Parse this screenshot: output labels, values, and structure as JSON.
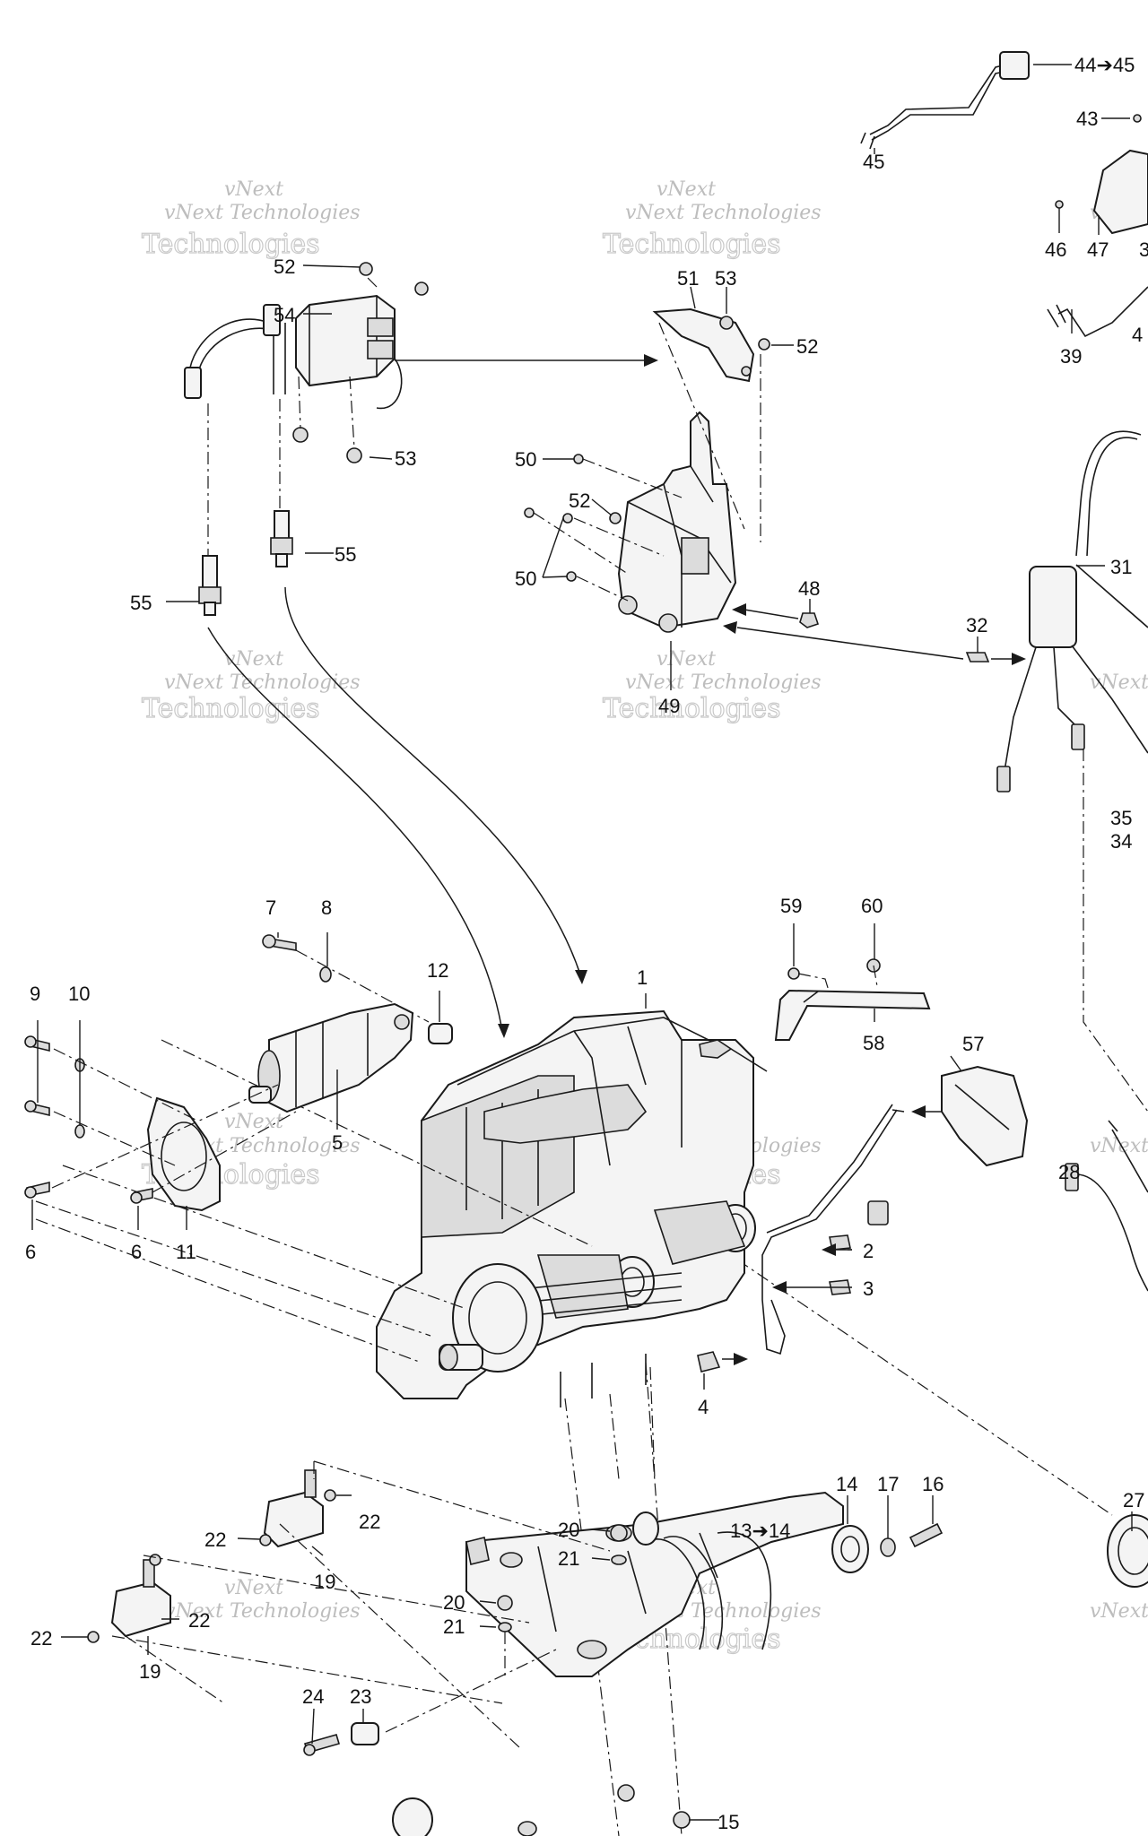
{
  "watermark": {
    "line1": "vNext Technologies",
    "line2": "Technologies",
    "line3": "vNext"
  },
  "callouts": {
    "c1": "1",
    "c2": "2",
    "c3": "3",
    "c4": "4",
    "c5": "5",
    "c6a": "6",
    "c6b": "6",
    "c7": "7",
    "c8": "8",
    "c9": "9",
    "c10": "10",
    "c11": "11",
    "c12": "12",
    "c13": "13➔14",
    "c14": "14",
    "c15": "15",
    "c16": "16",
    "c17": "17",
    "c19a": "19",
    "c19b": "19",
    "c20a": "20",
    "c20b": "20",
    "c21a": "21",
    "c21b": "21",
    "c22a": "22",
    "c22b": "22",
    "c22c": "22",
    "c22d": "22",
    "c23": "23",
    "c24": "24",
    "c27": "27",
    "c28": "28",
    "c31": "31",
    "c32": "32",
    "c34": "34",
    "c35": "35",
    "c39": "39",
    "c4x": "4",
    "c43": "43",
    "c44": "44➔45",
    "c45": "45",
    "c46": "46",
    "c47": "47",
    "c3x": "3",
    "c48": "48",
    "c49": "49",
    "c50a": "50",
    "c50b": "50",
    "c51": "51",
    "c52a": "52",
    "c52b": "52",
    "c52c": "52",
    "c53a": "53",
    "c53b": "53",
    "c54": "54",
    "c55a": "55",
    "c55b": "55",
    "c57": "57",
    "c58": "58",
    "c59": "59",
    "c60": "60"
  },
  "colors": {
    "ink": "#1a1a1a",
    "watermark": "#bdbdbd",
    "background": "#ffffff"
  }
}
